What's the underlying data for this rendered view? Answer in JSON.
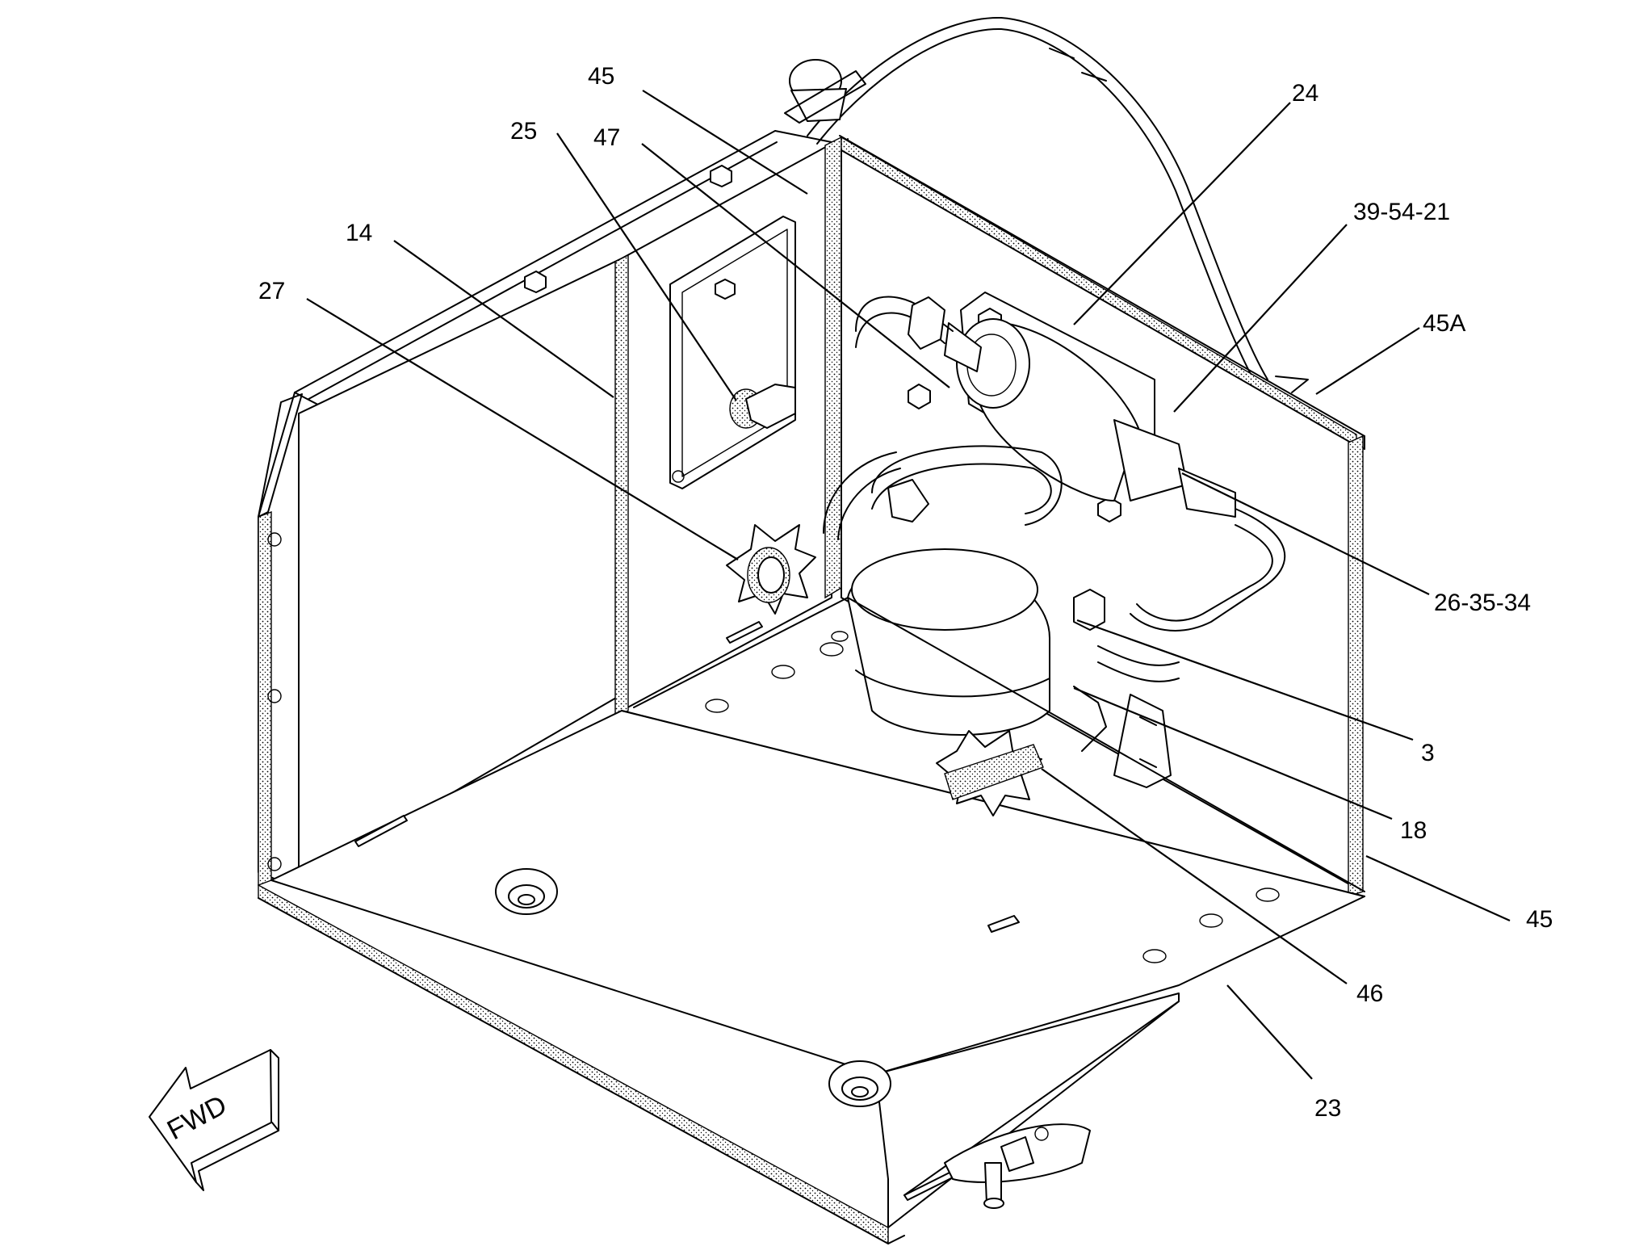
{
  "figure": {
    "background": "#ffffff",
    "line_color": "#000000"
  },
  "callouts": [
    {
      "id": "c45-top",
      "label": "45"
    },
    {
      "id": "c25",
      "label": "25"
    },
    {
      "id": "c47",
      "label": "47"
    },
    {
      "id": "c24",
      "label": "24"
    },
    {
      "id": "c39",
      "label": "39-54-21"
    },
    {
      "id": "c14",
      "label": "14"
    },
    {
      "id": "c27",
      "label": "27"
    },
    {
      "id": "c45A",
      "label": "45A"
    },
    {
      "id": "c26",
      "label": "26-35-34"
    },
    {
      "id": "c3",
      "label": "3"
    },
    {
      "id": "c18",
      "label": "18"
    },
    {
      "id": "c45-right",
      "label": "45"
    },
    {
      "id": "c46",
      "label": "46"
    },
    {
      "id": "c23",
      "label": "23"
    }
  ],
  "direction_arrow": {
    "label": "FWD",
    "icon": "fwd-arrow-icon"
  }
}
